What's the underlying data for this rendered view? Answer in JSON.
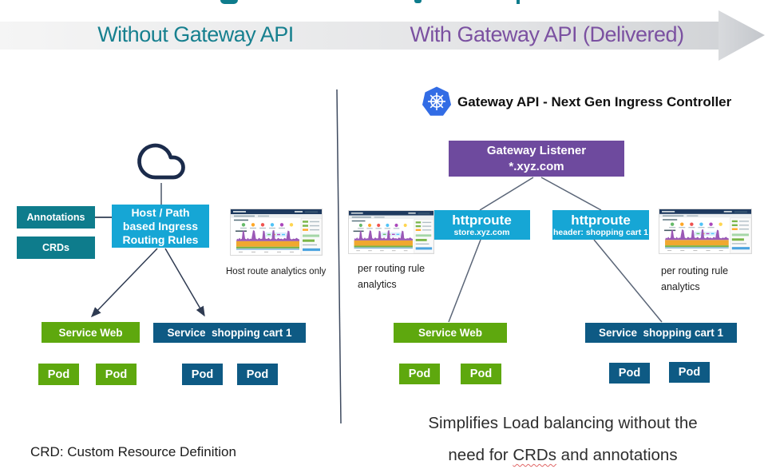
{
  "banner": {
    "left_heading": "Without Gateway API",
    "right_heading": "With Gateway API (Delivered)"
  },
  "left_panel": {
    "annotations_label": "Annotations",
    "crds_label": "CRDs",
    "ingress_lines": [
      "Host / Path",
      "based Ingress",
      "Routing Rules"
    ],
    "analytics_caption": "Host route analytics only",
    "service_web_label": "Service Web",
    "service_cart_label": "Service  shopping cart 1"
  },
  "right_panel": {
    "heading": "Gateway API - Next Gen Ingress Controller",
    "listener_lines": [
      "Gateway Listener",
      "*.xyz.com"
    ],
    "httproute_store": {
      "title": "httproute",
      "subtitle": "store.xyz.com"
    },
    "httproute_header": {
      "title": "httproute",
      "subtitle": "header: shopping cart 1"
    },
    "analytics_caption_lines": [
      "per routing rule",
      "analytics"
    ],
    "service_web_label": "Service Web",
    "service_cart_label": "Service  shopping cart 1",
    "summary": {
      "line1": "Simplifies Load balancing without the",
      "line2_pre": "need for ",
      "line2_underlined": "CRDs",
      "line2_post": " and annotations"
    }
  },
  "labels": {
    "pod": "Pod"
  },
  "footer": {
    "crd_definition": "CRD: Custom Resource Definition"
  },
  "colors": {
    "teal": "#0E7C8C",
    "cyan": "#16A6D5",
    "purple": "#6E4A9E",
    "green": "#5EA80E",
    "dark_blue": "#0E5A84",
    "heading_teal": "#17808F",
    "heading_purple": "#7B51A1",
    "k8s_blue": "#326CE5"
  }
}
